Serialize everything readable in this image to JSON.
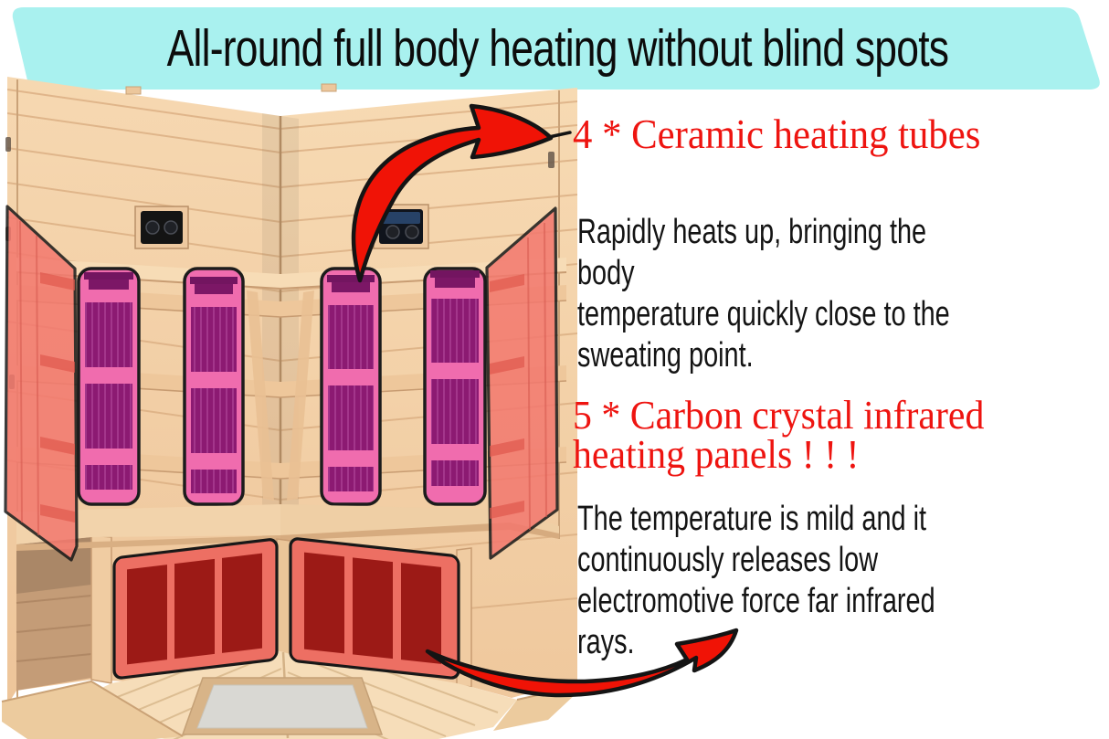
{
  "banner": {
    "title": "All-round full body heating without blind spots",
    "bg_color": "#a9f1ef"
  },
  "callouts": {
    "tubes": {
      "heading": "4 * Ceramic heating tubes",
      "body": "Rapidly heats up, bringing the body\ntemperature quickly close to the\nsweating point."
    },
    "panels": {
      "heading": "5 * Carbon crystal infrared\nheating panels ! ! !",
      "body": "The temperature is mild and it\ncontinuously releases low\nelectromotive force far infrared rays."
    }
  },
  "colors": {
    "banner_cyan": "#a9f1ef",
    "heading_red": "#ee1410",
    "text_black": "#141414",
    "arrow_red": "#f01306",
    "side_panel_salmon": "#f3786e",
    "tube_pink": "#f06cae",
    "tube_magenta": "#8c1a72",
    "bench_heater_red": "#9c1a16",
    "wood_light": "#f5d5ae"
  },
  "illustration": {
    "subject": "corner-infrared-sauna-interior",
    "icons": [
      "curved-arrow-icon",
      "curved-arrow-icon"
    ]
  }
}
